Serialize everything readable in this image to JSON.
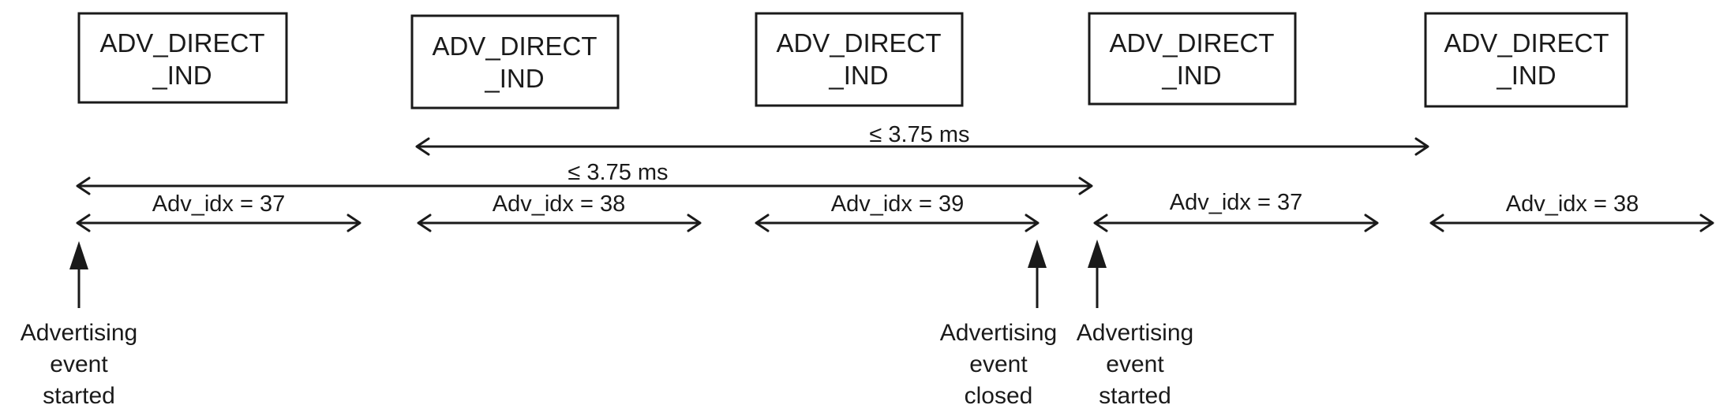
{
  "pdu_label_line1": "ADV_DIRECT",
  "pdu_label_line2": "_IND",
  "pdus": [
    {
      "line1": "ADV_DIRECT",
      "line2": "_IND"
    },
    {
      "line1": "ADV_DIRECT",
      "line2": "_IND"
    },
    {
      "line1": "ADV_DIRECT",
      "line2": "_IND"
    },
    {
      "line1": "ADV_DIRECT",
      "line2": "_IND"
    },
    {
      "line1": "ADV_DIRECT",
      "line2": "_IND"
    }
  ],
  "spans": [
    {
      "label": "≤ 3.75 ms"
    },
    {
      "label": "≤ 3.75 ms"
    }
  ],
  "channels": [
    {
      "label": "Adv_idx = 37"
    },
    {
      "label": "Adv_idx = 38"
    },
    {
      "label": "Adv_idx = 39"
    },
    {
      "label": "Adv_idx = 37"
    },
    {
      "label": "Adv_idx = 38"
    }
  ],
  "events": [
    {
      "lines": [
        "Advertising",
        "event",
        "started"
      ]
    },
    {
      "lines": [
        "Advertising",
        "event",
        "closed"
      ]
    },
    {
      "lines": [
        "Advertising",
        "event",
        "started"
      ]
    }
  ]
}
